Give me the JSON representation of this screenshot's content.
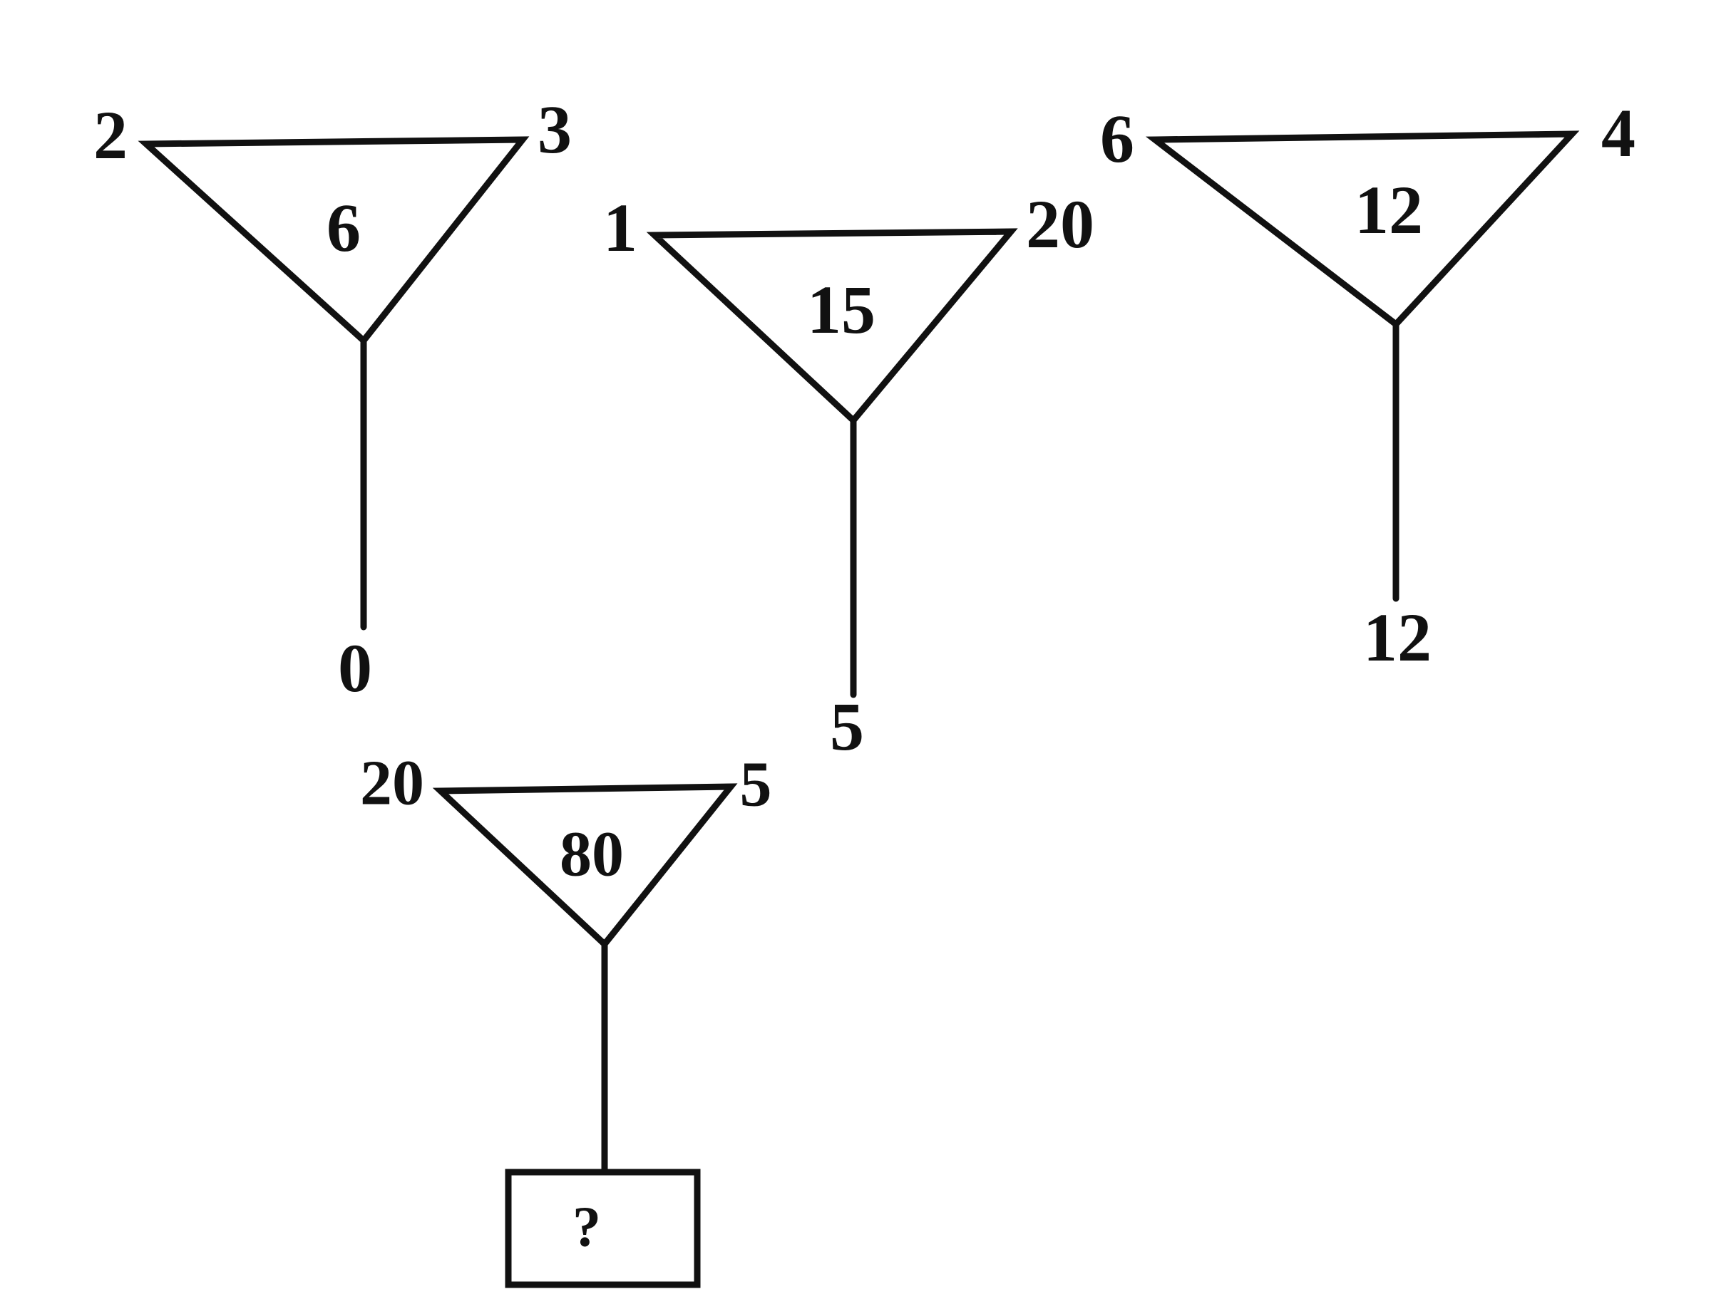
{
  "figures": [
    {
      "left": "2",
      "right": "3",
      "center": "6",
      "bottom": "0"
    },
    {
      "left": "1",
      "right": "20",
      "center": "15",
      "bottom": "5"
    },
    {
      "left": "6",
      "right": "4",
      "center": "12",
      "bottom": "12"
    },
    {
      "left": "20",
      "right": "5",
      "center": "80",
      "bottom": "?"
    }
  ],
  "colors": {
    "ink": "#111111",
    "background": "#ffffff"
  }
}
